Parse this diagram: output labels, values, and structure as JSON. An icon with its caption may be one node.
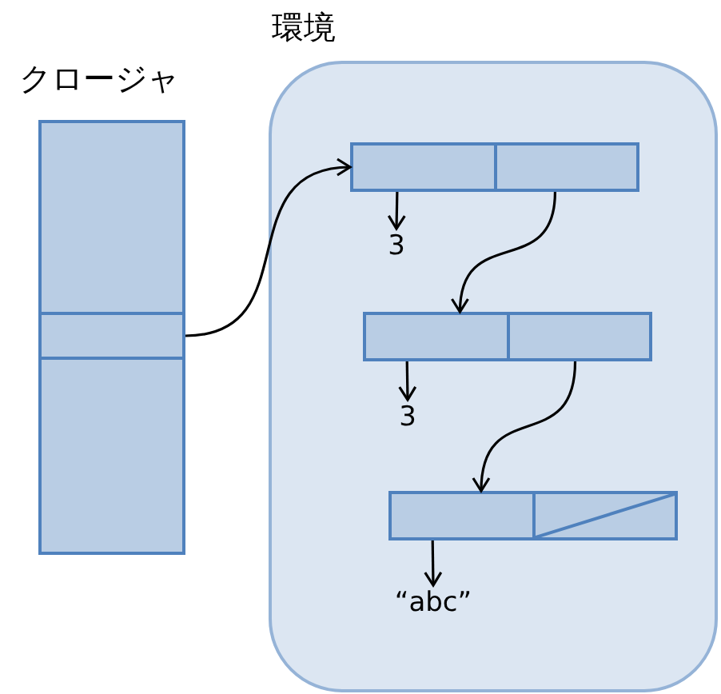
{
  "diagram": {
    "nodes": [
      {
        "text": [
          "クロージャ"
        ]
      },
      {
        "text": [],
        "shape": "box",
        "in": 0
      },
      {
        "text": [
          "環境"
        ]
      },
      {
        "text": [],
        "shape": "box",
        "in": 2
      },
      {
        "text": [],
        "shape": "box",
        "in": 2
      },
      {
        "text": [
          "3"
        ],
        "in": 2
      },
      {
        "text": [],
        "shape": "box",
        "in": 2
      },
      {
        "text": [],
        "shape": "box",
        "in": 2
      },
      {
        "text": [
          "3"
        ],
        "in": 2
      },
      {
        "text": [],
        "shape": "box",
        "in": 2
      },
      {
        "text": [],
        "shape": "box",
        "in": 2
      },
      {
        "text": [
          "“abc”"
        ],
        "in": 2
      }
    ],
    "edges": [
      {
        "from": 1,
        "to": 3,
        "arrow": "to"
      },
      {
        "from": 3,
        "to": 5,
        "arrow": "to"
      },
      {
        "from": 4,
        "to": 6,
        "arrow": "to"
      },
      {
        "from": 6,
        "to": 8,
        "arrow": "to"
      },
      {
        "from": 7,
        "to": 9,
        "arrow": "to"
      },
      {
        "from": 9,
        "to": 11,
        "arrow": "to"
      }
    ]
  }
}
